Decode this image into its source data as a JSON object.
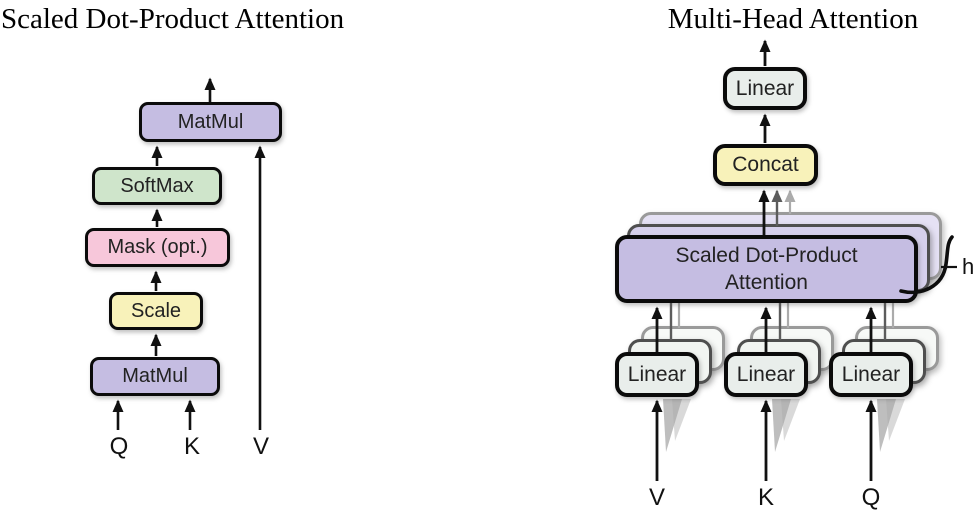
{
  "figure": {
    "left_title": "Scaled Dot-Product Attention",
    "right_title": "Multi-Head Attention"
  },
  "left": {
    "matmul_top": "MatMul",
    "softmax": "SoftMax",
    "mask": "Mask (opt.)",
    "scale": "Scale",
    "matmul_bottom": "MatMul",
    "input_q": "Q",
    "input_k": "K",
    "input_v": "V"
  },
  "right": {
    "linear_out": "Linear",
    "concat": "Concat",
    "attention": "Scaled Dot-Product Attention",
    "head_count": "h",
    "linear_v": "Linear",
    "linear_k": "Linear",
    "linear_q": "Linear",
    "input_v": "V",
    "input_k": "K",
    "input_q": "Q"
  },
  "colors": {
    "purple": "#c5bde2",
    "purple-mid": "#d6d0ec",
    "purple-back": "#e5e1f4",
    "green": "#cfe5cb",
    "pink": "#f7c7da",
    "yellow": "#f8f2ba",
    "gray-box": "#e9eeeb",
    "gray-box-mid": "#f2f5f2",
    "gray-box-back": "#f7f9f7",
    "border-mid": "#4f4f4f",
    "border-back": "#9a9a9a",
    "arrow-black": "#111111",
    "arrow-dark-gray": "#5c5c5c",
    "arrow-light-gray": "#ababab"
  }
}
